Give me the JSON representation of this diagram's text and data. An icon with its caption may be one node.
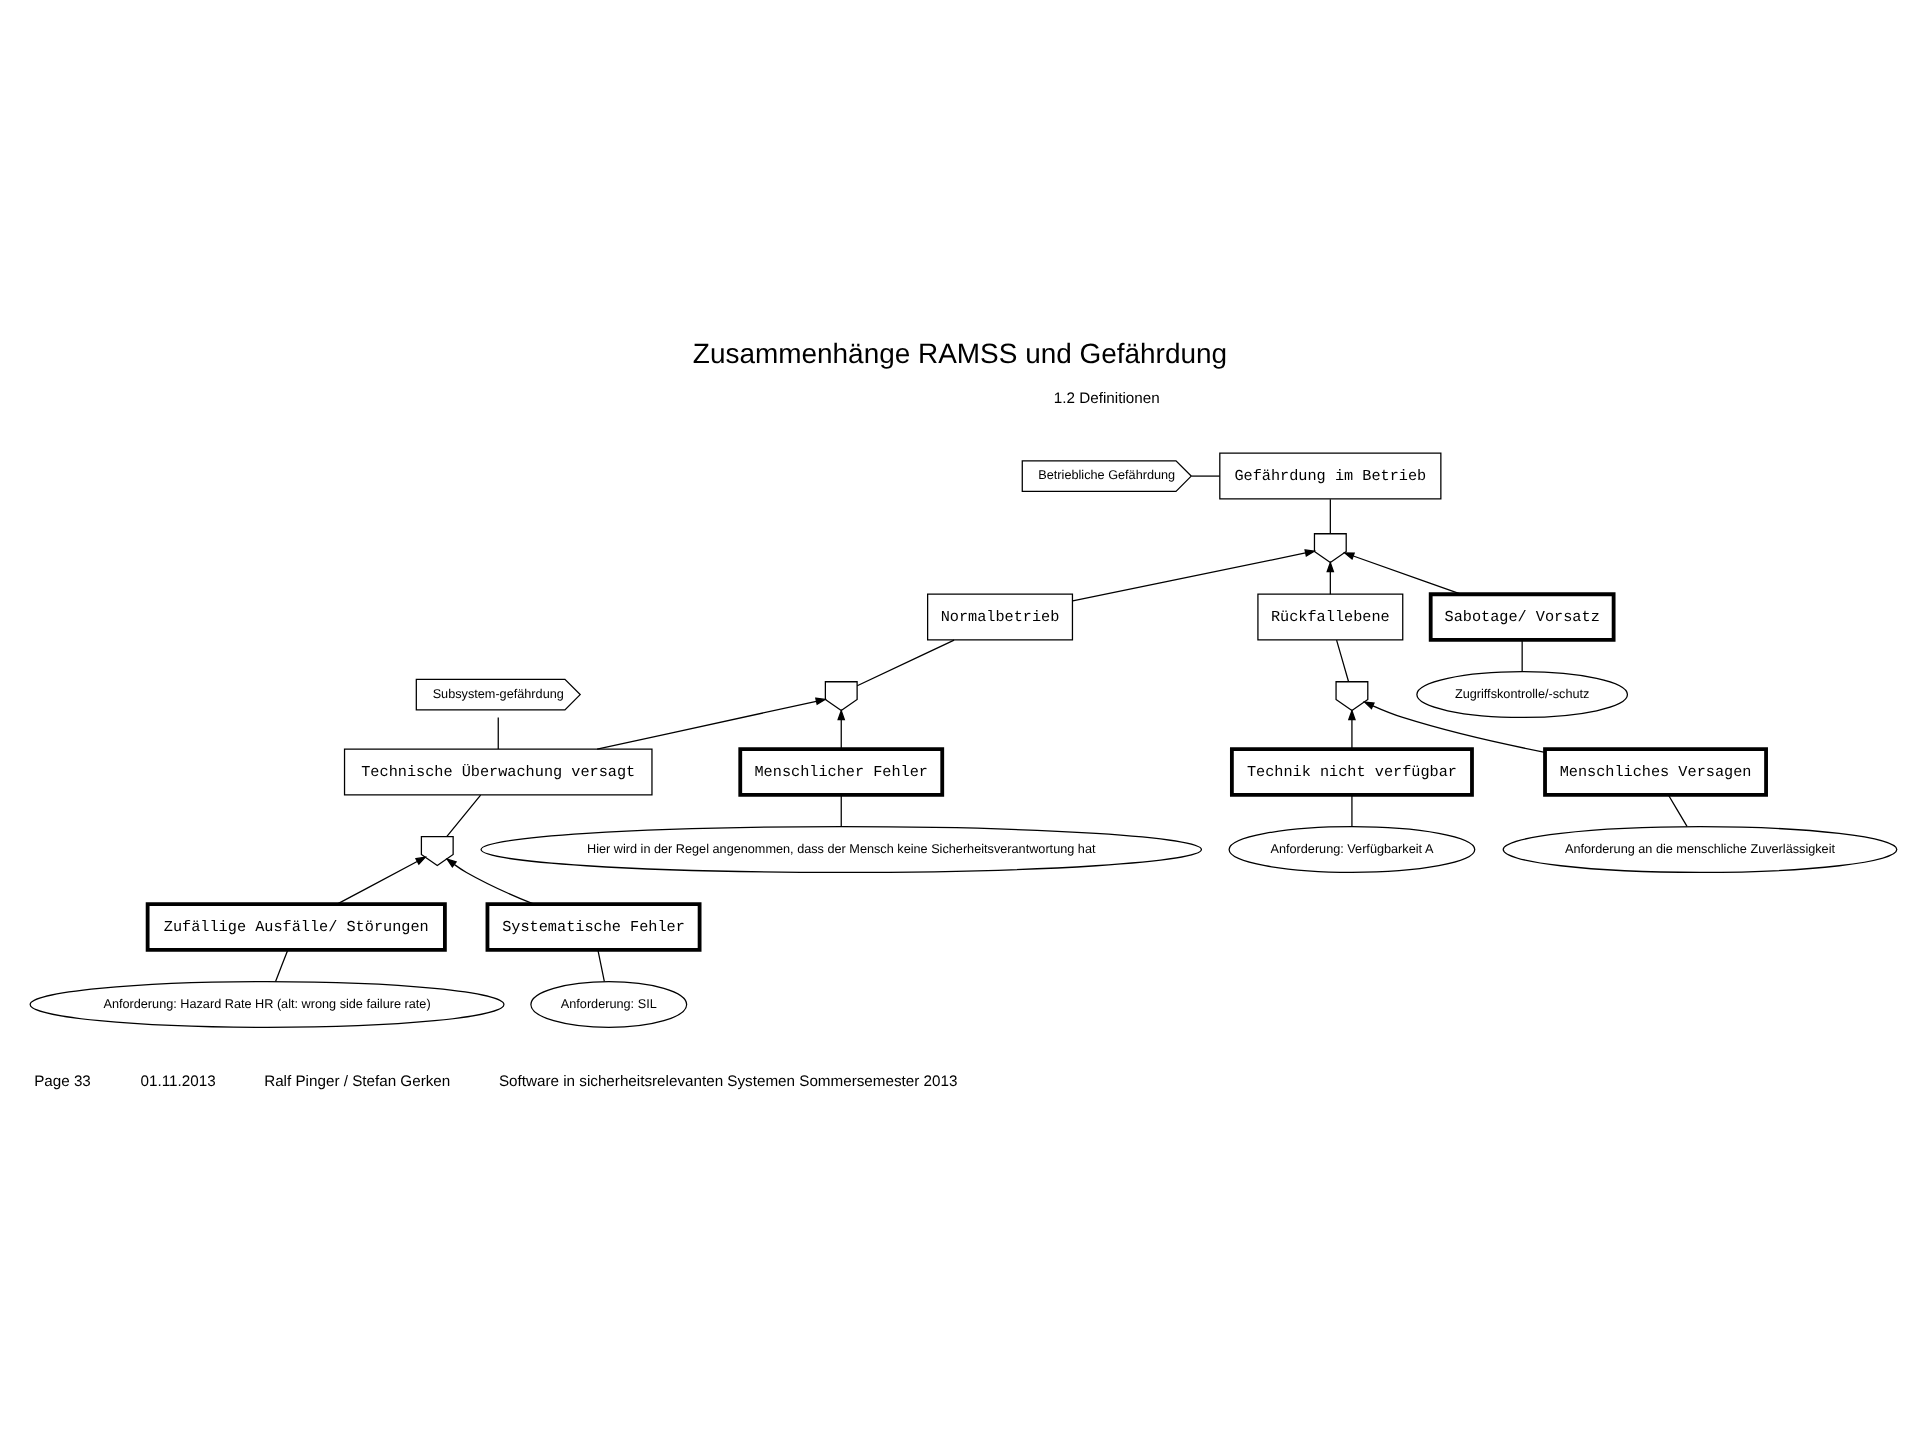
{
  "diagram": {
    "title": "Zusammenhänge RAMSS und Gefährdung",
    "nodes": [
      {
        "text": [
          "Betriebliche Gefährdung"
        ]
      },
      {
        "text": [
          "Gefährdung im Betrieb"
        ]
      },
      {
        "text": [],
        "shape": "gate"
      },
      {
        "text": [
          "Normalbetrieb"
        ]
      },
      {
        "text": [
          "Rückfallebene"
        ]
      },
      {
        "text": [
          "Sabotage/ Vorsatz"
        ]
      },
      {
        "text": [],
        "shape": "gate"
      },
      {
        "text": [
          "Subsystem-gefährdung"
        ]
      },
      {
        "text": [
          "Technische Überwachung versagt"
        ]
      },
      {
        "text": [
          "Menschlicher Fehler"
        ]
      },
      {
        "text": [],
        "shape": "gate"
      },
      {
        "text": [
          "Technik nicht verfügbar"
        ]
      },
      {
        "text": [
          "Menschliches Versagen"
        ]
      },
      {
        "text": [],
        "shape": "gate"
      },
      {
        "text": [
          "Zufällige Ausfälle/ Störungen"
        ]
      },
      {
        "text": [
          "Systematische Fehler"
        ]
      },
      {
        "text": [
          "Hier wird in der Regel angenommen, dass der Mensch keine Sicherheitsverantwortung hat"
        ]
      },
      {
        "text": [
          "Zugriffskontrolle/-schutz"
        ]
      },
      {
        "text": [
          "Anforderung: Hazard Rate HR (alt: wrong side failure rate)"
        ]
      },
      {
        "text": [
          "Anforderung: SIL"
        ]
      },
      {
        "text": [
          "Anforderung: Verfügbarkeit A"
        ]
      },
      {
        "text": [
          "Anforderung an die menschliche Zuverlässigkeit"
        ]
      }
    ],
    "edges": [
      {
        "from": 0,
        "to": 1,
        "arrow": "none"
      },
      {
        "from": 1,
        "to": 2,
        "arrow": "none"
      },
      {
        "from": 3,
        "to": 2,
        "arrow": "to"
      },
      {
        "from": 4,
        "to": 2,
        "arrow": "to"
      },
      {
        "from": 5,
        "to": 2,
        "arrow": "to"
      },
      {
        "from": 3,
        "to": 6,
        "arrow": "none"
      },
      {
        "from": 4,
        "to": 10,
        "arrow": "none"
      },
      {
        "from": 8,
        "to": 6,
        "arrow": "to"
      },
      {
        "from": 9,
        "to": 6,
        "arrow": "to"
      },
      {
        "from": 7,
        "to": 8,
        "arrow": "none"
      },
      {
        "from": 11,
        "to": 10,
        "arrow": "to"
      },
      {
        "from": 12,
        "to": 10,
        "arrow": "to"
      },
      {
        "from": 5,
        "to": 17,
        "arrow": "none"
      },
      {
        "from": 8,
        "to": 13,
        "arrow": "none"
      },
      {
        "from": 9,
        "to": 16,
        "arrow": "none"
      },
      {
        "from": 14,
        "to": 13,
        "arrow": "to"
      },
      {
        "from": 15,
        "to": 13,
        "arrow": "to"
      },
      {
        "from": 11,
        "to": 20,
        "arrow": "none"
      },
      {
        "from": 12,
        "to": 21,
        "arrow": "none"
      },
      {
        "from": 14,
        "to": 18,
        "arrow": "none"
      },
      {
        "from": 15,
        "to": 19,
        "arrow": "none"
      }
    ],
    "labels": [
      "1.2 Definitionen",
      "Page 33",
      "01.11.2013",
      "Ralf Pinger / Stefan Gerken",
      "Software in sicherheitsrelevanten Systemen Sommersemester 2013"
    ]
  }
}
